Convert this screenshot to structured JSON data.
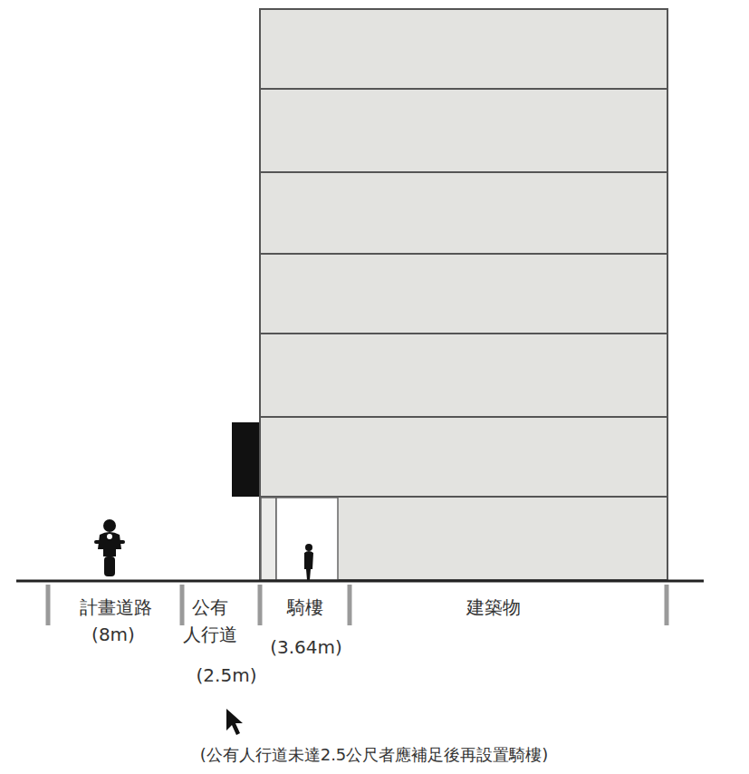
{
  "diagram": {
    "labels": [
      "計畫道路",
      "(8m)",
      "公有 人行道",
      "騎樓",
      "(3.64m)",
      "(2.5m)",
      "建築物",
      "(公有人行道未達2.5公尺者應補足後再設置騎樓)"
    ]
  }
}
